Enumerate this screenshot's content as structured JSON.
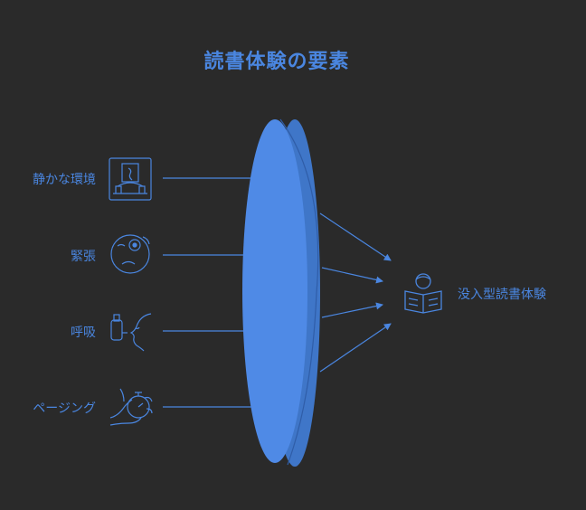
{
  "title": "読書体験の要素",
  "inputs": [
    {
      "label": "静かな環境",
      "icon": "quiet-room-icon"
    },
    {
      "label": "緊張",
      "icon": "tense-face-icon"
    },
    {
      "label": "呼吸",
      "icon": "inhaler-breathing-icon"
    },
    {
      "label": "ページング",
      "icon": "hand-stopwatch-icon"
    }
  ],
  "output": {
    "label": "没入型読書体験",
    "icon": "person-reading-icon"
  },
  "colors": {
    "background": "#2a2a2a",
    "accent": "#4a86e0",
    "lens": "#4f8ae6",
    "lens_edge": "#3f76c8"
  }
}
